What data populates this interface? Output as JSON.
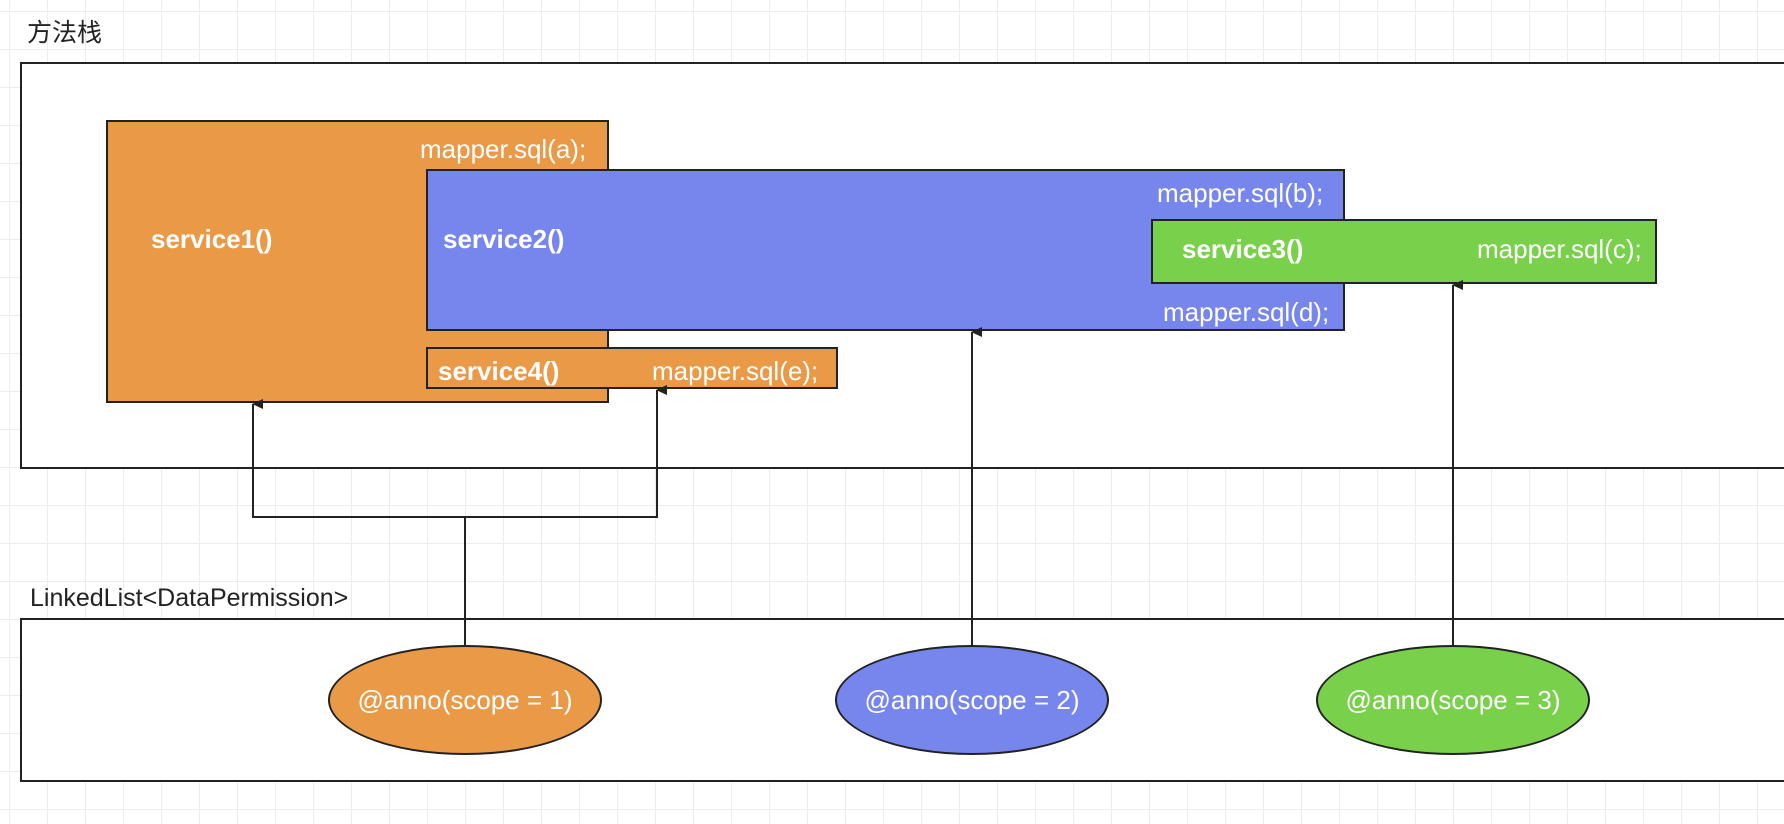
{
  "method_stack": {
    "label": "方法栈",
    "service1": {
      "name": "service1()",
      "sql": "mapper.sql(a);"
    },
    "service2": {
      "name": "service2()",
      "sql_top": "mapper.sql(b);",
      "sql_bottom": "mapper.sql(d);"
    },
    "service3": {
      "name": "service3()",
      "sql": "mapper.sql(c);"
    },
    "service4": {
      "name": "service4()",
      "sql": "mapper.sql(e);"
    }
  },
  "linked_list": {
    "label": "LinkedList<DataPermission>",
    "items": [
      {
        "label": "@anno(scope = 1)",
        "color": "#ea9a46"
      },
      {
        "label": "@anno(scope = 2)",
        "color": "#7786ed"
      },
      {
        "label": "@anno(scope = 3)",
        "color": "#79d04a"
      }
    ]
  },
  "colors": {
    "orange": "#ea9a46",
    "blue": "#7786ed",
    "green": "#79d04a",
    "stroke": "#222222"
  }
}
